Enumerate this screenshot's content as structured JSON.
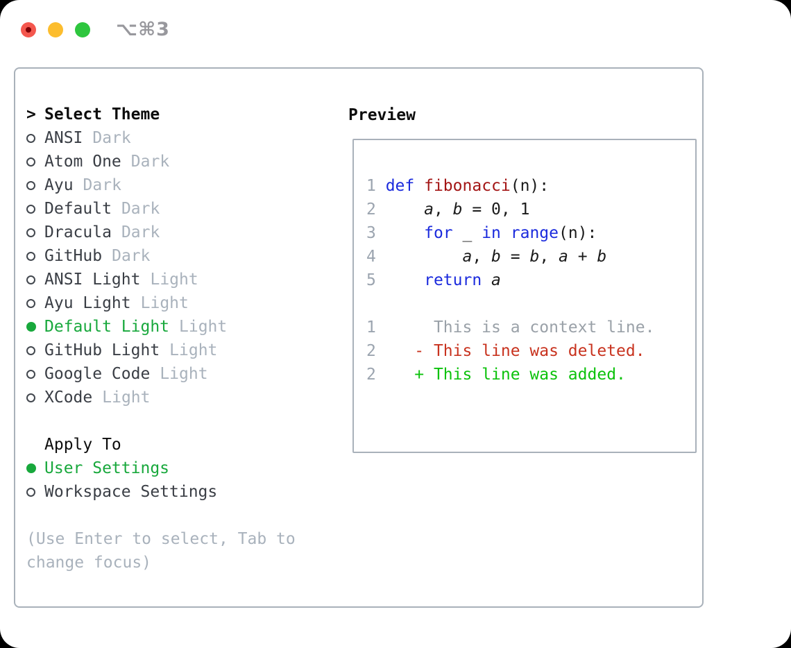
{
  "window": {
    "shortcut": "⌥⌘3"
  },
  "colors": {
    "accent-green": "#18a83c",
    "diff-add": "#0cc20c",
    "diff-del": "#c8331f",
    "keyword-blue": "#1b2bdd",
    "function-red": "#a31515",
    "muted-gray": "#a9b2bc",
    "context-gray": "#9aa1a8",
    "lineno-gray": "#9ba4af",
    "text-dark": "#3a3e45",
    "heading-black": "#0d0d0d",
    "border-gray": "#a9b1ba",
    "code-black": "#1a1a1a",
    "tl-red": "#f4574e",
    "tl-red-inner": "#7e0005",
    "tl-yellow": "#fcbd2e",
    "tl-green": "#2ec63e",
    "shortcut-gray": "#98989d"
  },
  "theme_list": {
    "marker": ">",
    "header": "Select Theme",
    "items": [
      {
        "name": "ANSI",
        "variant": "Dark",
        "selected": false
      },
      {
        "name": "Atom One",
        "variant": "Dark",
        "selected": false
      },
      {
        "name": "Ayu",
        "variant": "Dark",
        "selected": false
      },
      {
        "name": "Default",
        "variant": "Dark",
        "selected": false
      },
      {
        "name": "Dracula",
        "variant": "Dark",
        "selected": false
      },
      {
        "name": "GitHub",
        "variant": "Dark",
        "selected": false
      },
      {
        "name": "ANSI Light",
        "variant": "Light",
        "selected": false
      },
      {
        "name": "Ayu Light",
        "variant": "Light",
        "selected": false
      },
      {
        "name": "Default Light",
        "variant": "Light",
        "selected": true
      },
      {
        "name": "GitHub Light",
        "variant": "Light",
        "selected": false
      },
      {
        "name": "Google Code",
        "variant": "Light",
        "selected": false
      },
      {
        "name": "XCode",
        "variant": "Light",
        "selected": false
      }
    ]
  },
  "apply_to": {
    "header": "Apply To",
    "items": [
      {
        "name": "User Settings",
        "selected": true
      },
      {
        "name": "Workspace Settings",
        "selected": false
      }
    ]
  },
  "help": {
    "lines": [
      "(Use Enter to select, Tab to",
      "change focus)"
    ]
  },
  "preview": {
    "header": "Preview",
    "lines": [
      [
        {
          "t": "1 ",
          "c": "ln"
        },
        {
          "t": "def",
          "c": "kw"
        },
        {
          "t": " ",
          "c": "pl"
        },
        {
          "t": "fibonacci",
          "c": "fn"
        },
        {
          "t": "(n):",
          "c": "pl"
        }
      ],
      [
        {
          "t": "2 ",
          "c": "ln"
        },
        {
          "t": "    ",
          "c": "pl"
        },
        {
          "t": "a",
          "c": "var"
        },
        {
          "t": ", ",
          "c": "pl"
        },
        {
          "t": "b",
          "c": "var"
        },
        {
          "t": " = 0, 1",
          "c": "pl"
        }
      ],
      [
        {
          "t": "3 ",
          "c": "ln"
        },
        {
          "t": "    ",
          "c": "pl"
        },
        {
          "t": "for",
          "c": "kw"
        },
        {
          "t": " _ ",
          "c": "pl"
        },
        {
          "t": "in",
          "c": "kw"
        },
        {
          "t": " ",
          "c": "pl"
        },
        {
          "t": "range",
          "c": "kw"
        },
        {
          "t": "(n):",
          "c": "pl"
        }
      ],
      [
        {
          "t": "4 ",
          "c": "ln"
        },
        {
          "t": "        ",
          "c": "pl"
        },
        {
          "t": "a",
          "c": "var"
        },
        {
          "t": ", ",
          "c": "pl"
        },
        {
          "t": "b",
          "c": "var"
        },
        {
          "t": " = ",
          "c": "pl"
        },
        {
          "t": "b",
          "c": "var"
        },
        {
          "t": ", ",
          "c": "pl"
        },
        {
          "t": "a",
          "c": "var"
        },
        {
          "t": " + ",
          "c": "pl"
        },
        {
          "t": "b",
          "c": "var"
        }
      ],
      [
        {
          "t": "5 ",
          "c": "ln"
        },
        {
          "t": "    ",
          "c": "pl"
        },
        {
          "t": "return",
          "c": "kw"
        },
        {
          "t": " ",
          "c": "pl"
        },
        {
          "t": "a",
          "c": "var"
        }
      ],
      [],
      [
        {
          "t": "1 ",
          "c": "ln"
        },
        {
          "t": "     This is a context line.",
          "c": "ctx"
        }
      ],
      [
        {
          "t": "2 ",
          "c": "ln"
        },
        {
          "t": "   - This line was deleted.",
          "c": "del"
        }
      ],
      [
        {
          "t": "2 ",
          "c": "ln"
        },
        {
          "t": "   + This line was added.",
          "c": "add"
        }
      ]
    ]
  }
}
